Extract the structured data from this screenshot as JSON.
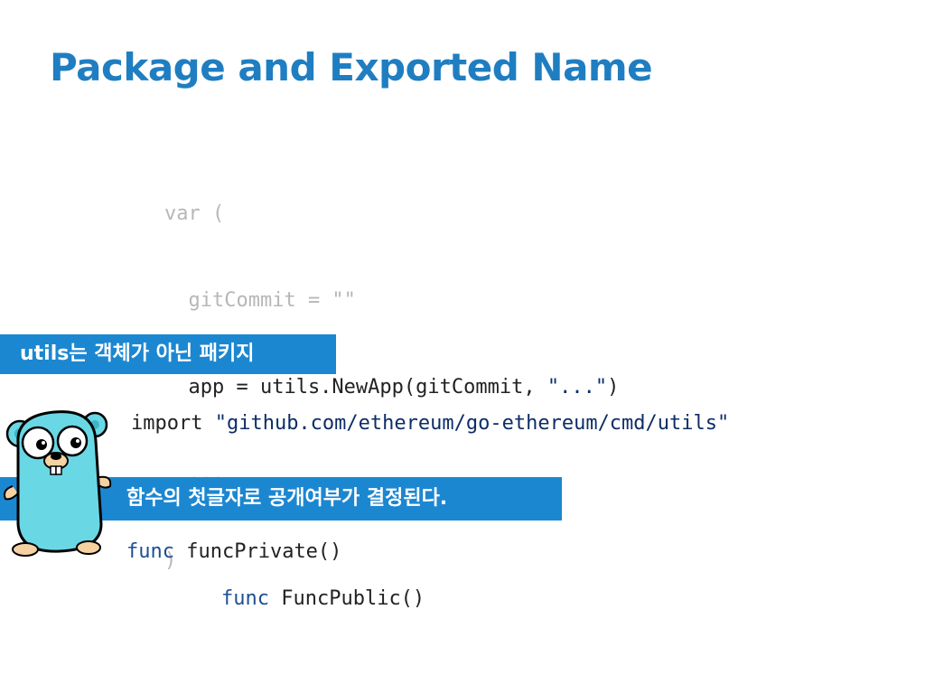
{
  "slide": {
    "title": "Package and Exported Name"
  },
  "var_block": {
    "lines": [
      "var (",
      "  gitCommit = \"\"",
      "  app = utils.NewApp(gitCommit, ",
      "  ...",
      ")"
    ],
    "app_string": "\"...\"",
    "app_close": ")"
  },
  "note1": "utils는 객체가 아닌 패키지",
  "import_stmt": {
    "keyword": "import ",
    "path": "\"github.com/ethereum/go-ethereum/cmd/utils\""
  },
  "note2": "함수의 첫글자로 공개여부가 결정된다.",
  "funcs": {
    "private_kw": "func ",
    "private_name": "funcPrivate()",
    "public_kw": "func ",
    "public_name": "FuncPublic()"
  },
  "colors": {
    "title": "#1f7ec1",
    "badge": "#1c87d1",
    "gopher": "#6ad7e5"
  },
  "icons": {
    "mascot": "go-gopher-icon"
  }
}
